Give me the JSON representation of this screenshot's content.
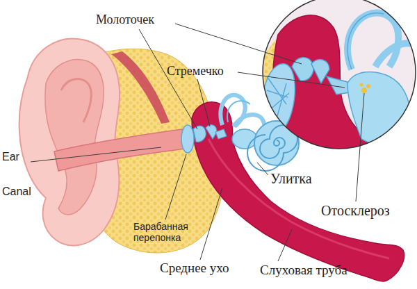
{
  "diagram": {
    "labels": [
      "Молоточек",
      "Стремечко",
      "Ear Canal",
      "Улитка",
      "Барабанная перепонка",
      "Отосклероз",
      "Среднее ухо",
      "Слуховая труба"
    ]
  }
}
